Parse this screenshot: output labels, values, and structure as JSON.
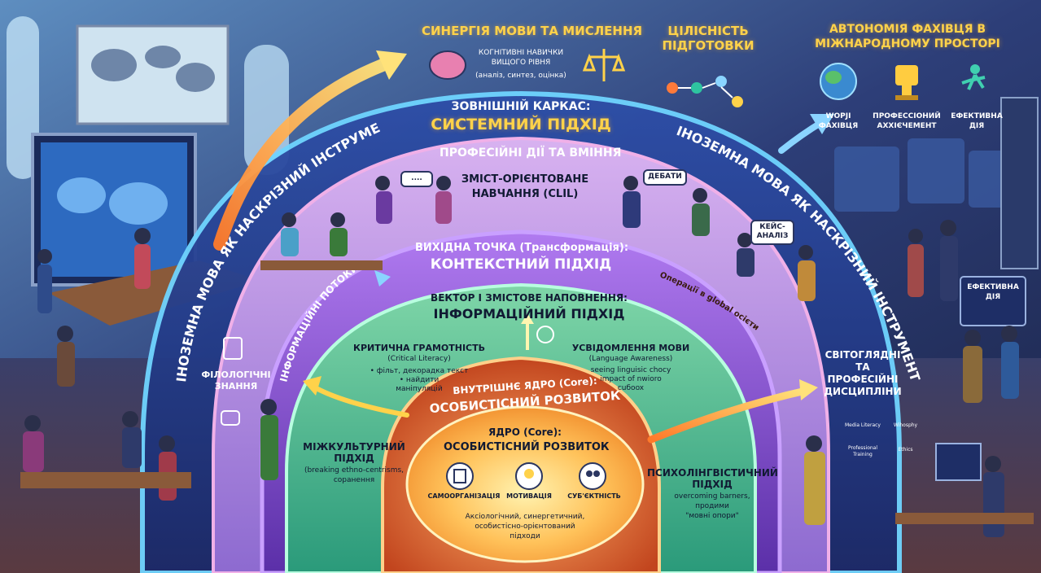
{
  "top": {
    "synergy": {
      "title": "СИНЕРГІЯ МОВИ ТА МИСЛЕННЯ",
      "line1": "КОГНІТИВНІ НАВИЧКИ",
      "line2": "ВИЩОГО РІВНЯ",
      "line3": "(аналіз, синтез, оцінка)"
    },
    "integrity": {
      "title_line1": "ЦІЛІСНІСТЬ",
      "title_line2": "ПІДГОТОВКИ"
    },
    "autonomy": {
      "title_line1": "АВТОНОМІЯ ФАХІВЦЯ В",
      "title_line2": "МІЖНАРОДНОМУ ПРОСТОРІ",
      "item1_line1": "WOPJI",
      "item1_line2": "ФАХІВЦЯ",
      "item2_line1": "ПРОФЕССІОНИЙ",
      "item2_line2": "АХХІЄЧЕМЕНТ",
      "item3_line1": "ЕФЕКТИВНА",
      "item3_line2": "ДІЯ"
    }
  },
  "outer": {
    "label": "ЗОВНІШНІЙ КАРКАС:",
    "title": "СИСТЕМНИЙ ПІДХІД",
    "arc_text": "ІНОЗЕМНА МОВА ЯК НАСКРІЗНИЙ ІНСТРУМЕНТ"
  },
  "professional": {
    "band": "ПРОФЕСІЙНІ ДІЇ ТА ВМІННЯ",
    "clil_line1": "ЗМІСТ-ОРІЄНТОВАНЕ",
    "clil_line2": "НАВЧАННЯ (CLIL)",
    "bubble_debate": "ДЕБАТИ",
    "bubble_case_line1": "КЕЙС-",
    "bubble_case_line2": "АНАЛІЗ",
    "bubble_dots": "...."
  },
  "context": {
    "label": "ВИХІДНА ТОЧКА (Трансформація):",
    "title": "КОНТЕКСТНИЙ ПІДХІД",
    "info_flows": "ІНФОРМАЦІЙНІ ПОТОКИ",
    "global_ops": "Операції в global ociєти"
  },
  "information": {
    "label": "ВЕКТОР І ЗМІСТОВЕ НАПОВНЕННЯ:",
    "title": "ІНФОРМАЦІЙНИЙ ПІДХІД",
    "critical_title": "КРИТИЧНА ГРАМОТНІСТЬ",
    "critical_sub": "(Critical Literacy)",
    "critical_b1": "• фільт, декорадка текст",
    "critical_b2": "• найдити",
    "critical_b3": "маніпуляцій",
    "awareness_title": "УСВІДОМЛЕННЯ МОВИ",
    "awareness_sub": "(Language Awareness)",
    "awareness_b1": "seeing linguisic chocy",
    "awareness_b2": "impact of nwioro",
    "awareness_b3": "cuбoox"
  },
  "inner": {
    "label": "ВНУТРІШНЄ ЯДРО (Core):",
    "title": "ОСОБИСТІСНИЙ РОЗВИТОК"
  },
  "core": {
    "label": "ЯДРО (Core):",
    "title": "ОСОБИСТІСНИЙ РОЗВИТОК",
    "item1": "САМООРГАНІЗАЦІЯ",
    "item2": "МОТИВАЦІЯ",
    "item3": "СУБ'ЄКТНІСТЬ",
    "approaches_line1": "Аксіологічний, синергетичний,",
    "approaches_line2": "особистісно-орієнтований",
    "approaches_line3": "підходи"
  },
  "left": {
    "philology_line1": "ФІЛОЛОГІЧНІ",
    "philology_line2": "ЗНАННЯ",
    "intercultural_line1": "МІЖКУЛЬТУРНИЙ",
    "intercultural_line2": "ПІДХІД",
    "intercultural_sub1": "(breaking ethno-centrisms,",
    "intercultural_sub2": "сорaнення"
  },
  "right": {
    "worldview_line1": "СВІТОГЛЯДНІ",
    "worldview_line2": "ТА",
    "worldview_line3": "ПРОФЕСІЙНІ",
    "worldview_line4": "ДИСЦИПЛІНИ",
    "psycho_line1": "ПСИХОЛІНГВІСТИЧНИЙ",
    "psycho_line2": "ПІДХІД",
    "psycho_sub1": "overcoming barners,",
    "psycho_sub2": "продими",
    "psycho_sub3": "\"мовні опори\"",
    "screen_effective_line1": "ЕФЕКТИВНА",
    "screen_effective_line2": "ДІЯ",
    "panel_media": "Media Literacy",
    "panel_philosophy": "Wihosphy",
    "panel_training_line1": "Professional",
    "panel_training_line2": "Training",
    "panel_ethics": "Ethics"
  },
  "colors": {
    "outer_ring": "#3d7fe0",
    "professional_band": "#e070c0",
    "context_ring": "#8a4ad8",
    "information_ring": "#27b6a0",
    "inner_ring": "#e06a2a",
    "core": "#ffb84d",
    "gold_text": "#ffd24a",
    "arrow": "#ff9a3c"
  }
}
